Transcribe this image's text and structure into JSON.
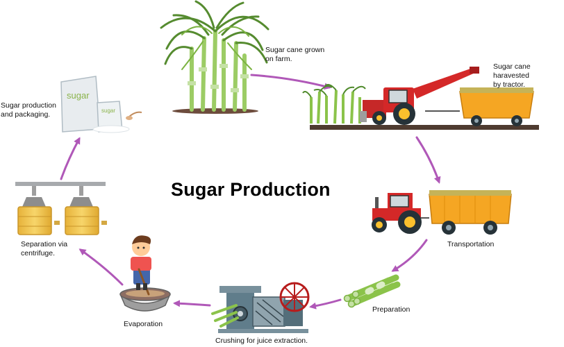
{
  "title": "Sugar Production",
  "bag_brand": "sugar",
  "steps": [
    {
      "id": "grown",
      "label": "Sugar cane grown\non farm.",
      "illustration": "sugarcane-plants"
    },
    {
      "id": "harvested",
      "label": "Sugar cane haravested\nby tractor.",
      "illustration": "harvester-tractor-with-trailer"
    },
    {
      "id": "transport",
      "label": "Transportation",
      "illustration": "tractor-with-trailer"
    },
    {
      "id": "preparation",
      "label": "Preparation",
      "illustration": "cut-cane-bundle"
    },
    {
      "id": "crushing",
      "label": "Crushing for juice extraction.",
      "illustration": "crushing-machine"
    },
    {
      "id": "evaporation",
      "label": "Evaporation",
      "illustration": "boy-stirring-pan"
    },
    {
      "id": "centrifuge",
      "label": "Separation via\ncentrifuge.",
      "illustration": "centrifuge-tanks"
    },
    {
      "id": "packaging",
      "label": "Sugar production\nand packaging.",
      "illustration": "sugar-bags"
    }
  ],
  "colors": {
    "arrow": "#b058b8",
    "tractor_red": "#d42828",
    "trailer_orange": "#f5a623",
    "cane_green": "#7cb342",
    "tank_yellow": "#f2c84b"
  }
}
